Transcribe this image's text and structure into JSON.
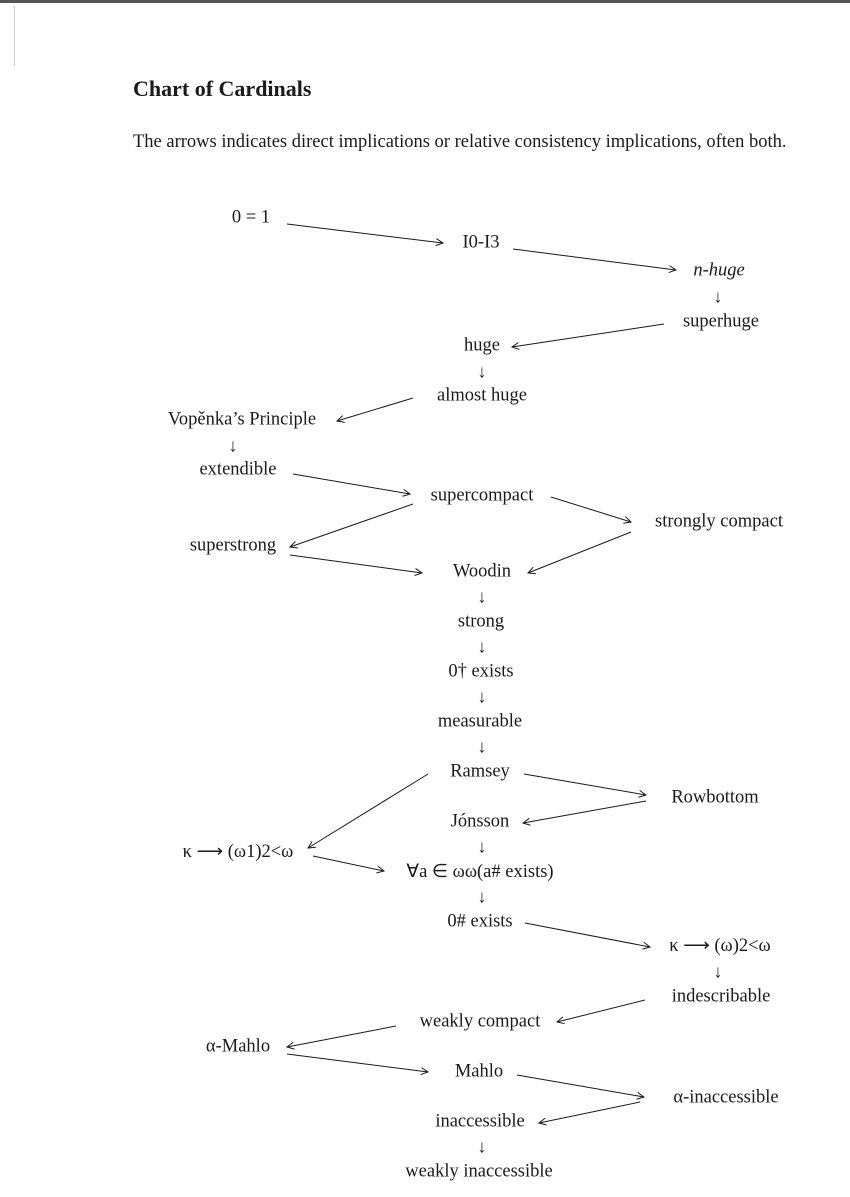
{
  "title": "Chart of Cardinals",
  "description": "The arrows indicates direct implications or relative consistency implications, often both.",
  "nodes": {
    "zero_eq_one": "0 = 1",
    "i0_i3": "I0-I3",
    "n_huge": "n-huge",
    "superhuge": "superhuge",
    "huge": "huge",
    "almost_huge": "almost huge",
    "vopenka": "Vopěnka’s Principle",
    "extendible": "extendible",
    "supercompact": "supercompact",
    "strongly_compact": "strongly compact",
    "superstrong": "superstrong",
    "woodin": "Woodin",
    "strong": "strong",
    "zero_dagger": "0† exists",
    "measurable": "measurable",
    "ramsey": "Ramsey",
    "rowbottom": "Rowbottom",
    "jonsson": "Jónsson",
    "kappa_omega1": "κ ⟶ (ω1)2<ω",
    "forall_a_sharp": "∀a ∈ ωω(a# exists)",
    "zero_sharp": "0# exists",
    "kappa_omega": "κ ⟶ (ω)2<ω",
    "indescribable": "indescribable",
    "weakly_compact": "weakly compact",
    "alpha_mahlo": "α-Mahlo",
    "mahlo": "Mahlo",
    "alpha_inaccessible": "α-inaccessible",
    "inaccessible": "inaccessible",
    "weakly_inaccessible": "weakly inaccessible"
  },
  "down_arrow": "↓"
}
